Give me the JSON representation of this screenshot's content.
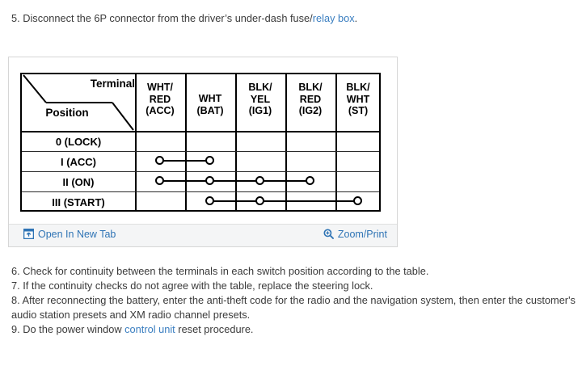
{
  "steps": {
    "step5": {
      "prefix": "5. Disconnect the 6P connector from the driver’s under-dash fuse/",
      "link": "relay box",
      "suffix": "."
    },
    "step6": "6. Check for continuity between the terminals in each switch position according to the table.",
    "step7": "7. If the continuity checks do not agree with the table, replace the steering lock.",
    "step8": "8. After reconnecting the battery, enter the anti-theft code for the radio and the navigation system, then enter the customer's audio station presets and XM radio channel presets.",
    "step9": {
      "prefix": " 9. Do the power window ",
      "link": "control unit",
      "suffix": " reset procedure."
    }
  },
  "figure": {
    "table": {
      "corner": {
        "terminal_label": "Terminal",
        "position_label": "Position"
      },
      "columns": [
        {
          "line1": "WHT/",
          "line2": "RED",
          "line3": "(ACC)"
        },
        {
          "line1": "",
          "line2": "WHT",
          "line3": "(BAT)"
        },
        {
          "line1": "BLK/",
          "line2": "YEL",
          "line3": "(IG1)"
        },
        {
          "line1": "BLK/",
          "line2": "RED",
          "line3": "(IG2)"
        },
        {
          "line1": "BLK/",
          "line2": "WHT",
          "line3": "(ST)"
        }
      ],
      "rows": [
        {
          "label": "0 (LOCK)",
          "dots": [
            false,
            false,
            false,
            false,
            false
          ]
        },
        {
          "label": "I (ACC)",
          "dots": [
            true,
            true,
            false,
            false,
            false
          ]
        },
        {
          "label": "II (ON)",
          "dots": [
            true,
            true,
            true,
            true,
            false
          ]
        },
        {
          "label": "III (START)",
          "dots": [
            false,
            true,
            true,
            false,
            true
          ]
        }
      ]
    },
    "footer": {
      "open_in_new_tab": "Open In New Tab",
      "open_in_new_tab_icon": "external-link-icon",
      "zoom_print": "Zoom/Print",
      "zoom_print_icon": "magnifier-plus-icon"
    }
  },
  "colors": {
    "link": "#3a7ec0",
    "footer_link": "#2f74b5",
    "text": "#3a3a3a",
    "table_line": "#000000",
    "footer_bg": "#f4f5f6"
  }
}
